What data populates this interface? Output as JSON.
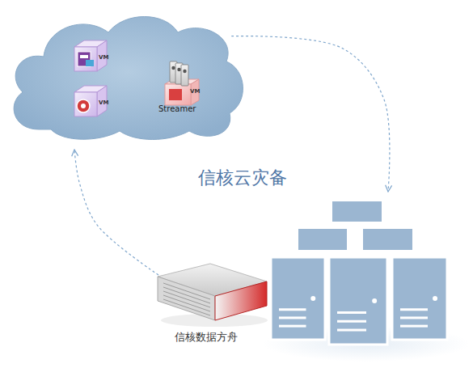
{
  "diagram": {
    "title": "信核云灾备",
    "nodes": [
      {
        "text": []
      },
      {
        "text": [
          "VM"
        ],
        "in": 0
      },
      {
        "text": [
          "VM"
        ],
        "in": 0
      },
      {
        "text": [
          "VM",
          "Streamer"
        ],
        "in": 0
      },
      {
        "text": []
      },
      {
        "text": [
          "信核数据方舟"
        ]
      }
    ],
    "edges": [
      {
        "from": 0,
        "to": 4,
        "arrow": "to"
      },
      {
        "from": 5,
        "to": 0,
        "arrow": "to"
      }
    ]
  }
}
